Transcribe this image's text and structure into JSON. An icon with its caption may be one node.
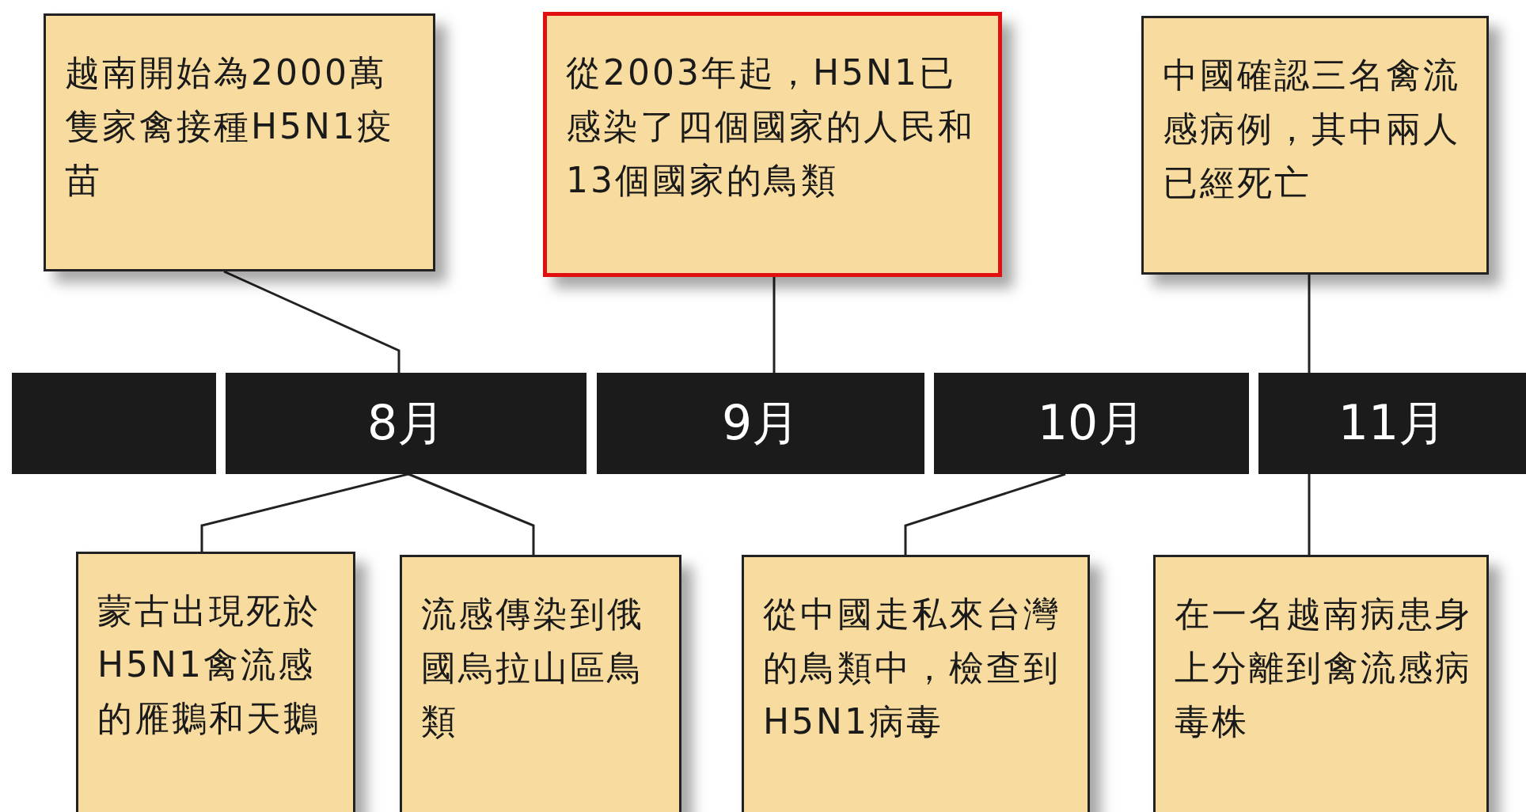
{
  "diagram": {
    "nodes": [
      {
        "text": [
          "越南開始為2000萬隻家禽接種H5N1疫苗"
        ]
      },
      {
        "text": [
          "從2003年起，H5N1已感染了四個國家的人民和13個國家的鳥類"
        ]
      },
      {
        "text": [
          "中國確認三名禽流感病例，其中兩人已經死亡"
        ]
      },
      {
        "text": [],
        "shape": "bar"
      },
      {
        "text": [
          "8月"
        ]
      },
      {
        "text": [
          "9月"
        ]
      },
      {
        "text": [
          "10月"
        ]
      },
      {
        "text": [
          "11月"
        ]
      },
      {
        "text": [
          "蒙古出現死於H5N1禽流感的雁鵝和天鵝"
        ]
      },
      {
        "text": [
          "流感傳染到俄國烏拉山區鳥類"
        ]
      },
      {
        "text": [
          "從中國走私來台灣的鳥類中，檢查到H5N1病毒"
        ]
      },
      {
        "text": [
          "在一名越南病患身上分離到禽流感病毒株"
        ]
      }
    ],
    "edges": [
      {
        "from": 0,
        "to": 4,
        "arrow": "none"
      },
      {
        "from": 1,
        "to": 5,
        "arrow": "none"
      },
      {
        "from": 2,
        "to": 7,
        "arrow": "none"
      },
      {
        "from": 8,
        "to": 4,
        "arrow": "none"
      },
      {
        "from": 9,
        "to": 4,
        "arrow": "none"
      },
      {
        "from": 10,
        "to": 6,
        "arrow": "none"
      },
      {
        "from": 11,
        "to": 7,
        "arrow": "none"
      }
    ]
  }
}
